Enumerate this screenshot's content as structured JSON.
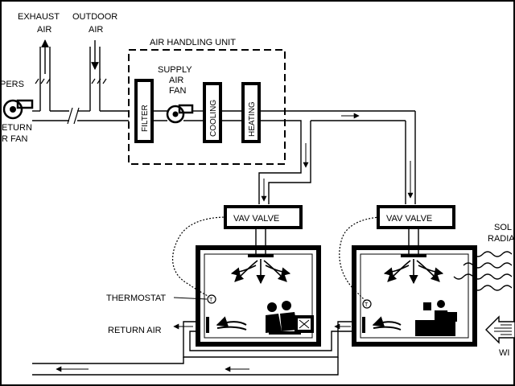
{
  "labels": {
    "exhaust_line1": "EXHAUST",
    "exhaust_line2": "AIR",
    "outdoor_line1": "OUTDOOR",
    "outdoor_line2": "AIR",
    "dampers": "PERS",
    "return_fan_line1": "ETURN",
    "return_fan_line2": "R FAN",
    "ahu_title": "AIR HANDLING UNIT",
    "supply_line1": "SUPPLY",
    "supply_line2": "AIR",
    "supply_line3": "FAN",
    "filter": "FILTER",
    "cooling": "COOLING",
    "heating": "HEATING",
    "vav_left": "VAV VALVE",
    "vav_right": "VAV VALVE",
    "thermostat": "THERMOSTAT",
    "return_air": "RETURN AIR",
    "solar_line1": "SOL",
    "solar_line2": "RADIA",
    "wind": "WI",
    "thermostat_symbol": "T"
  }
}
